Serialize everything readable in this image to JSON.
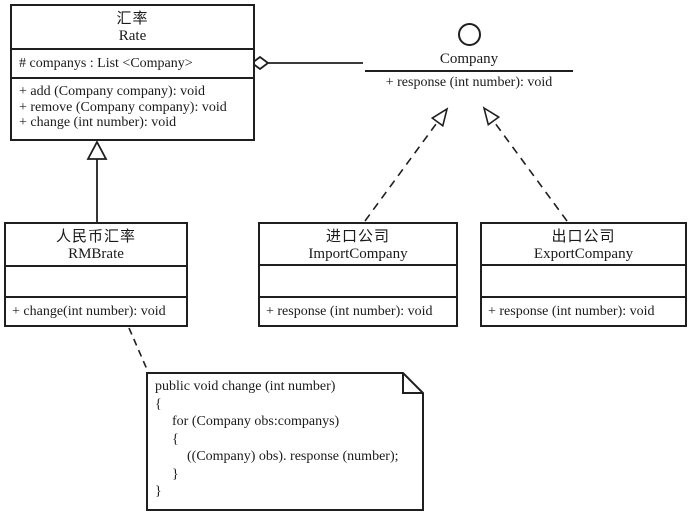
{
  "diagram": {
    "colors": {
      "line": "#1f1f1f",
      "background": "#ffffff"
    },
    "classes": {
      "rate": {
        "name_zh": "汇率",
        "name_en": "Rate",
        "attributes": [
          "# companys : List <Company>"
        ],
        "methods": [
          "+ add (Company company): void",
          "+ remove (Company company): void",
          "+ change (int number): void"
        ]
      },
      "rmbrate": {
        "name_zh": "人民币汇率",
        "name_en": "RMBrate",
        "methods": [
          "+ change(int number): void"
        ]
      },
      "import_company": {
        "name_zh": "进口公司",
        "name_en": "ImportCompany",
        "methods": [
          "+ response (int number): void"
        ]
      },
      "export_company": {
        "name_zh": "出口公司",
        "name_en": "ExportCompany",
        "methods": [
          "+ response (int number): void"
        ]
      }
    },
    "interface": {
      "name": "Company",
      "method": "+ response (int number): void"
    },
    "note": {
      "lines": [
        "public void change (int number)",
        "{",
        "for (Company obs:companys)",
        "{",
        "((Company) obs). response (number);",
        "}",
        "}"
      ]
    }
  }
}
